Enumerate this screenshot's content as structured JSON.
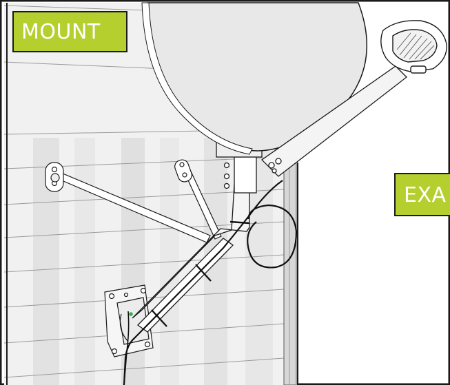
{
  "labels": {
    "mount": "MOUNT",
    "exa": "EXA"
  },
  "colors": {
    "label_fill": "#b5cf2e",
    "label_text": "#ffffff",
    "outline": "#1a1a1a",
    "wall_shade": "#e6e6e6",
    "cable": "#111111",
    "cable_marker": "#2db34a"
  },
  "scene": {
    "subject": "satellite-dish-wall-mount",
    "elements": [
      "siding-wall",
      "dish-reflector",
      "lnb-feedhorn",
      "feed-arm",
      "mast",
      "support-struts",
      "wall-bracket",
      "coax-cable-loop"
    ]
  }
}
